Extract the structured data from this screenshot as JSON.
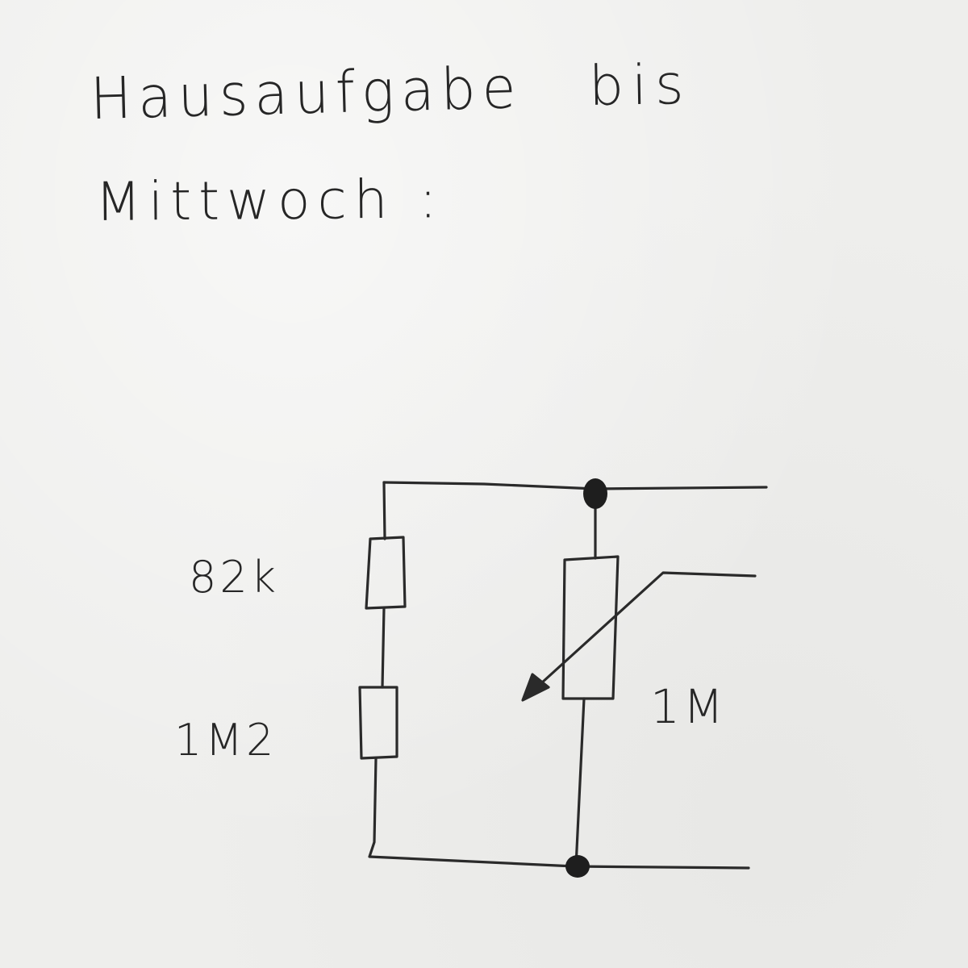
{
  "note": {
    "line1_word1": "Hausaufgabe",
    "line1_word2": "bis",
    "line2": "Mittwoch :"
  },
  "circuit": {
    "labels": {
      "r1": "82k",
      "r2": "1M2",
      "pot": "1M"
    }
  },
  "colors": {
    "paper": "#eeeeec",
    "ink": "#262626"
  }
}
